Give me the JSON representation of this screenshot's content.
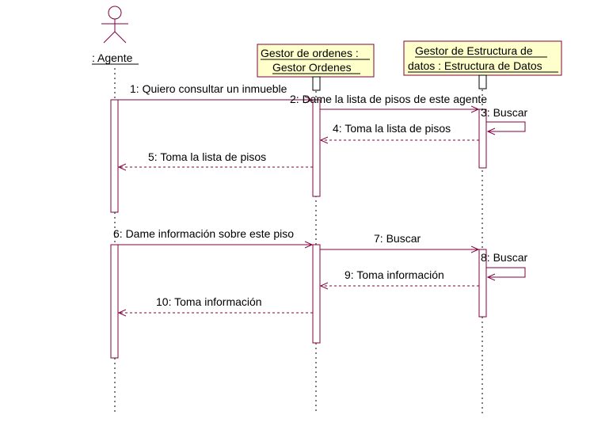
{
  "colors": {
    "line": "#800040",
    "box_fill": "#ffffcc",
    "box_border": "#800040",
    "lifeline": "#000000",
    "text": "#000000",
    "background": "#ffffff"
  },
  "actor": {
    "label": ": Agente",
    "icon": "stick-figure-icon"
  },
  "objects": [
    {
      "line1": "Gestor de ordenes :",
      "line2": "Gestor Ordenes"
    },
    {
      "line1": "Gestor de Estructura de",
      "line2": "datos : Estructura de Datos"
    }
  ],
  "messages": [
    {
      "label": "1: Quiero consultar un inmueble",
      "kind": "call",
      "from": "Agente",
      "to": "Gestor de ordenes"
    },
    {
      "label": "2: Dame la lista de pisos de este agente",
      "kind": "call",
      "from": "Gestor de ordenes",
      "to": "Gestor de Estructura de datos"
    },
    {
      "label": "3: Buscar",
      "kind": "self",
      "from": "Gestor de Estructura de datos",
      "to": "Gestor de Estructura de datos"
    },
    {
      "label": "4: Toma la lista de pisos",
      "kind": "return",
      "from": "Gestor de Estructura de datos",
      "to": "Gestor de ordenes"
    },
    {
      "label": "5: Toma la lista de pisos",
      "kind": "return",
      "from": "Gestor de ordenes",
      "to": "Agente"
    },
    {
      "label": "6: Dame información sobre este piso",
      "kind": "call",
      "from": "Agente",
      "to": "Gestor de ordenes"
    },
    {
      "label": "7: Buscar",
      "kind": "call",
      "from": "Gestor de ordenes",
      "to": "Gestor de Estructura de datos"
    },
    {
      "label": "8: Buscar",
      "kind": "self",
      "from": "Gestor de Estructura de datos",
      "to": "Gestor de Estructura de datos"
    },
    {
      "label": "9: Toma información",
      "kind": "return",
      "from": "Gestor de Estructura de datos",
      "to": "Gestor de ordenes"
    },
    {
      "label": "10: Toma información",
      "kind": "return",
      "from": "Gestor de ordenes",
      "to": "Agente"
    }
  ]
}
